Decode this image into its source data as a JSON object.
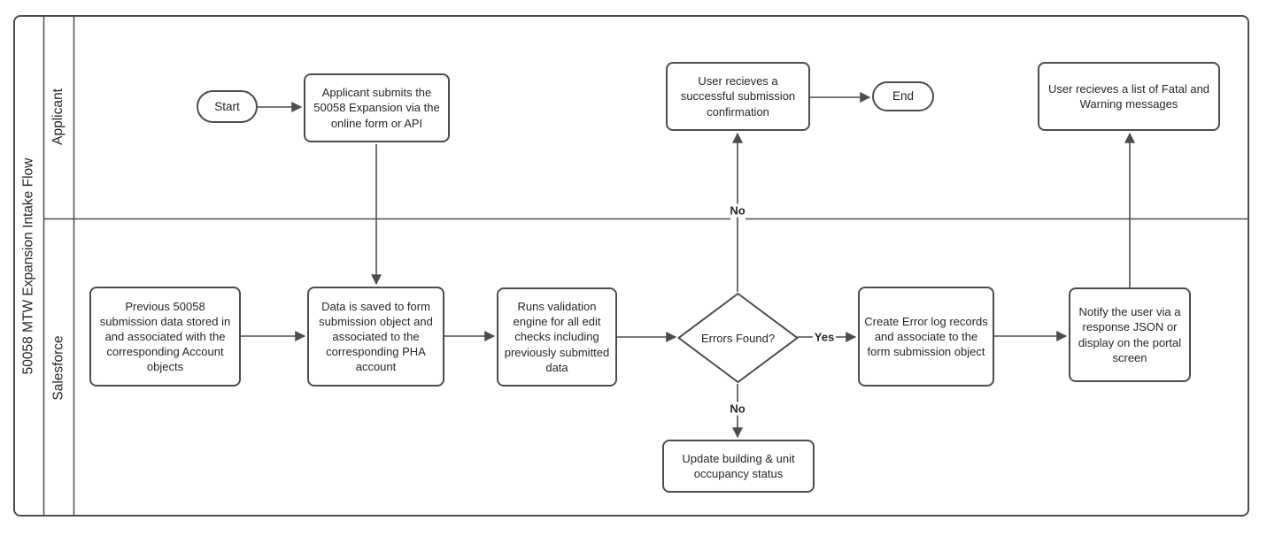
{
  "diagram": {
    "title": "50058 MTW Expansion Intake Flow",
    "lanes": {
      "applicant": "Applicant",
      "salesforce": "Salesforce"
    },
    "nodes": {
      "start": "Start",
      "applicant_submits": "Applicant submits the 50058 Expansion via the online form or API",
      "success_confirmation": "User recieves a successful submission confirmation",
      "end": "End",
      "fatal_warning_list": "User recieves a list of Fatal and Warning messages",
      "previous_submission_data": "Previous 50058 submission data stored in and associated with the corresponding Account objects",
      "data_saved": "Data is saved to form submission object and associated to the corresponding PHA account",
      "runs_validation": "Runs validation engine for all edit checks including previously submitted data",
      "errors_found": "Errors Found?",
      "create_error_log": "Create Error log records and associate to the form submission object",
      "notify_user": "Notify the user via a response JSON or display on the portal screen",
      "update_occupancy": "Update building & unit occupancy status"
    },
    "edge_labels": {
      "yes": "Yes",
      "no_to_confirmation": "No",
      "no_to_occupancy": "No"
    },
    "colors": {
      "stroke": "#4d4d4d",
      "text": "#262626",
      "fill": "#ffffff"
    }
  }
}
